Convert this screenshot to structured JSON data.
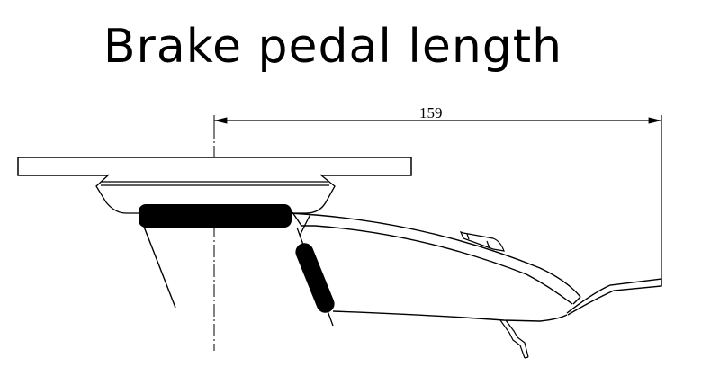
{
  "diagram": {
    "title": "Brake pedal length",
    "dimension": {
      "label": "159",
      "description": "horizontal length from pedal pivot centerline to pedal tip"
    },
    "colors": {
      "line": "#000000",
      "fill_dark": "#000000",
      "background": "#ffffff"
    },
    "elements": {
      "mount_plate": "mounting plate",
      "bracket": "pivot bracket",
      "pivot_bushing": "horizontal pivot bushing",
      "spring": "return spring",
      "pedal_arm": "pedal arm",
      "pedal_tip": "pedal tip",
      "centerline": "dash-dot centerline"
    }
  }
}
